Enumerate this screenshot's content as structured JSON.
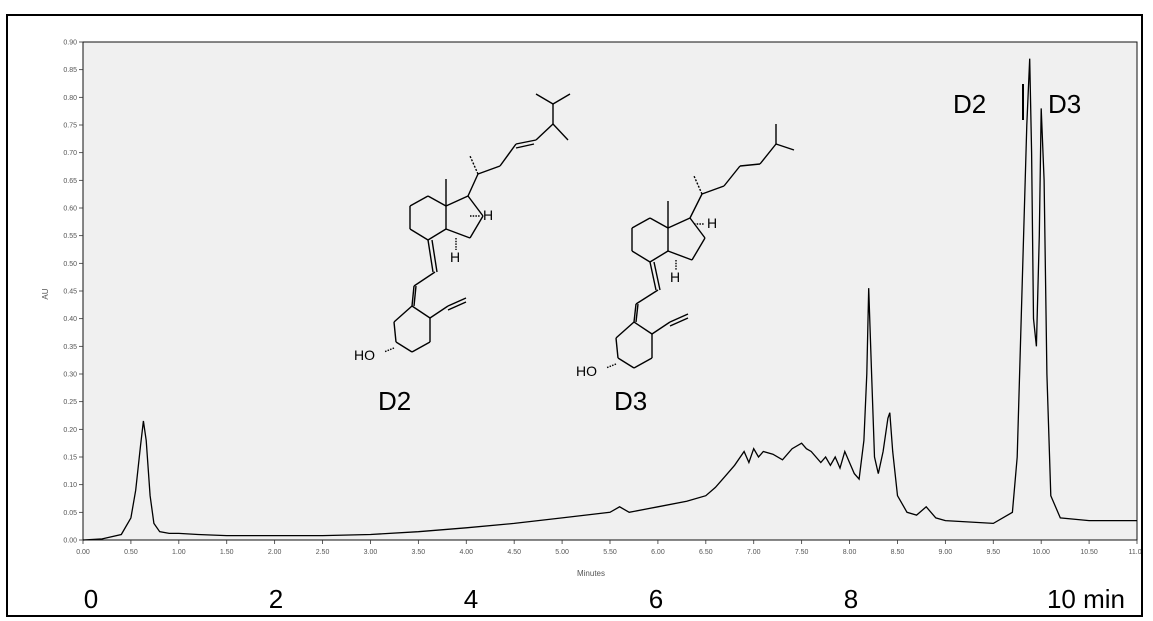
{
  "chart_data": {
    "type": "line",
    "ylabel": "AU",
    "xlabel": "Minutes",
    "xlim": [
      0,
      11
    ],
    "ylim": [
      0,
      0.9
    ],
    "y_ticks": [
      "0.00",
      "0.05",
      "0.10",
      "0.15",
      "0.20",
      "0.25",
      "0.30",
      "0.35",
      "0.40",
      "0.45",
      "0.50",
      "0.55",
      "0.60",
      "0.65",
      "0.70",
      "0.75",
      "0.80",
      "0.85",
      "0.90"
    ],
    "x_ticks": [
      "0.00",
      "0.50",
      "1.00",
      "1.50",
      "2.00",
      "2.50",
      "3.00",
      "3.50",
      "4.00",
      "4.50",
      "5.00",
      "5.50",
      "6.00",
      "6.50",
      "7.00",
      "7.50",
      "8.00",
      "8.50",
      "9.00",
      "9.50",
      "10.00",
      "10.50",
      "11.00"
    ],
    "big_x_labels": [
      "0",
      "2",
      "4",
      "6",
      "8",
      "10 min"
    ],
    "peak_labels": {
      "d2": "D2",
      "d3": "D3"
    },
    "structure_labels": {
      "d2": "D2",
      "d3": "D3"
    },
    "atom_labels": {
      "ho": "HO",
      "h": "H"
    },
    "series": [
      {
        "x": [
          0.0,
          0.2,
          0.4,
          0.5,
          0.55,
          0.6,
          0.63,
          0.66,
          0.7,
          0.74,
          0.8,
          0.9,
          1.0,
          1.2,
          1.5,
          2.0,
          2.5,
          3.0,
          3.5,
          4.0,
          4.5,
          5.0,
          5.5,
          5.6,
          5.7,
          6.0,
          6.3,
          6.5,
          6.6,
          6.7,
          6.8,
          6.9,
          6.95,
          7.0,
          7.05,
          7.1,
          7.2,
          7.3,
          7.4,
          7.5,
          7.55,
          7.6,
          7.7,
          7.75,
          7.8,
          7.85,
          7.9,
          7.95,
          8.0,
          8.05,
          8.1,
          8.15,
          8.18,
          8.2,
          8.23,
          8.26,
          8.3,
          8.35,
          8.4,
          8.42,
          8.45,
          8.5,
          8.6,
          8.7,
          8.8,
          8.9,
          9.0,
          9.5,
          9.7,
          9.75,
          9.8,
          9.85,
          9.88,
          9.9,
          9.92,
          9.95,
          9.98,
          10.0,
          10.03,
          10.06,
          10.1,
          10.2,
          10.5,
          11.0
        ],
        "y": [
          0.0,
          0.002,
          0.01,
          0.04,
          0.09,
          0.17,
          0.215,
          0.18,
          0.08,
          0.03,
          0.015,
          0.012,
          0.012,
          0.01,
          0.008,
          0.008,
          0.008,
          0.01,
          0.015,
          0.022,
          0.03,
          0.04,
          0.05,
          0.06,
          0.05,
          0.06,
          0.07,
          0.08,
          0.095,
          0.115,
          0.135,
          0.16,
          0.14,
          0.165,
          0.15,
          0.16,
          0.155,
          0.145,
          0.165,
          0.175,
          0.165,
          0.16,
          0.14,
          0.15,
          0.135,
          0.15,
          0.13,
          0.16,
          0.14,
          0.12,
          0.11,
          0.18,
          0.3,
          0.455,
          0.3,
          0.15,
          0.12,
          0.16,
          0.22,
          0.23,
          0.16,
          0.08,
          0.05,
          0.045,
          0.06,
          0.04,
          0.035,
          0.03,
          0.05,
          0.15,
          0.45,
          0.75,
          0.87,
          0.7,
          0.4,
          0.35,
          0.55,
          0.78,
          0.65,
          0.3,
          0.08,
          0.04,
          0.035,
          0.035
        ]
      }
    ]
  }
}
